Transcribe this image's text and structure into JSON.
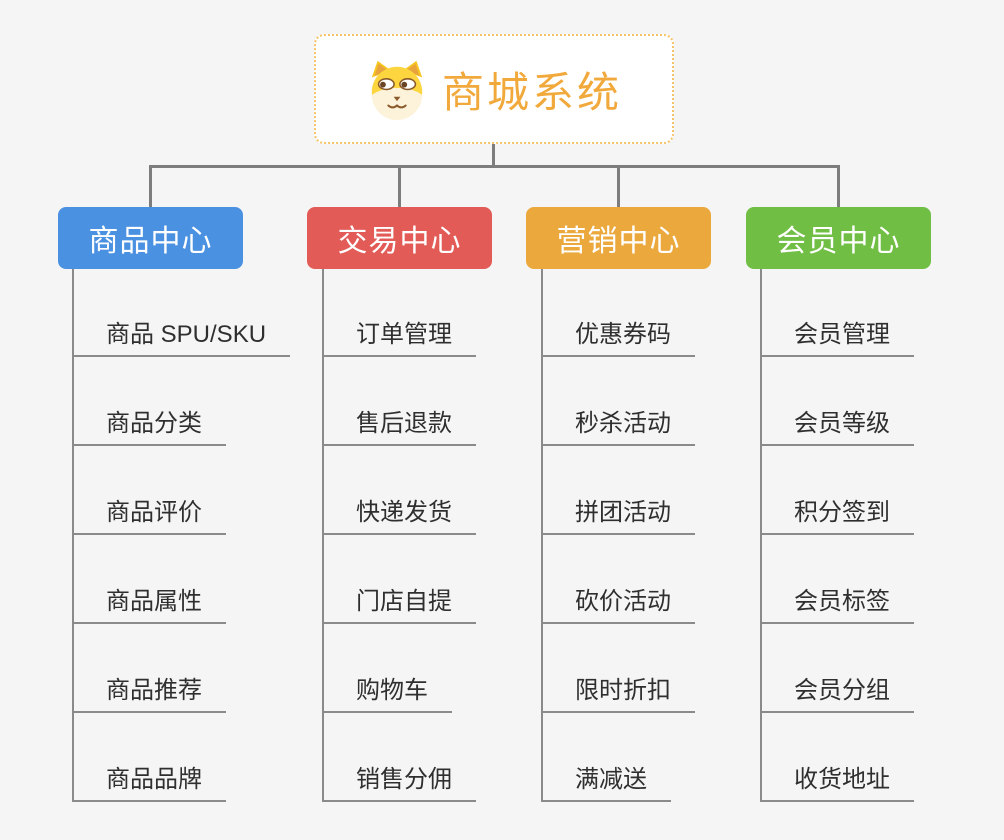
{
  "page": {
    "background_color": "#f5f5f5",
    "connector_color": "#7d7d7d",
    "rail_color": "#8a8a8a"
  },
  "root": {
    "title": "商城系统",
    "icon": "dog-face-icon",
    "title_color": "#f2a93c",
    "border_color": "#f6c468",
    "background": "#ffffff"
  },
  "branches": [
    {
      "label": "商品中心",
      "color": "#4b91e2",
      "items": [
        "商品 SPU/SKU",
        "商品分类",
        "商品评价",
        "商品属性",
        "商品推荐",
        "商品品牌"
      ]
    },
    {
      "label": "交易中心",
      "color": "#e25b56",
      "items": [
        "订单管理",
        "售后退款",
        "快递发货",
        "门店自提",
        "购物车",
        "销售分佣"
      ]
    },
    {
      "label": "营销中心",
      "color": "#eba83c",
      "items": [
        "优惠券码",
        "秒杀活动",
        "拼团活动",
        "砍价活动",
        "限时折扣",
        "满减送"
      ]
    },
    {
      "label": "会员中心",
      "color": "#70be44",
      "items": [
        "会员管理",
        "会员等级",
        "积分签到",
        "会员标签",
        "会员分组",
        "收货地址"
      ]
    }
  ]
}
